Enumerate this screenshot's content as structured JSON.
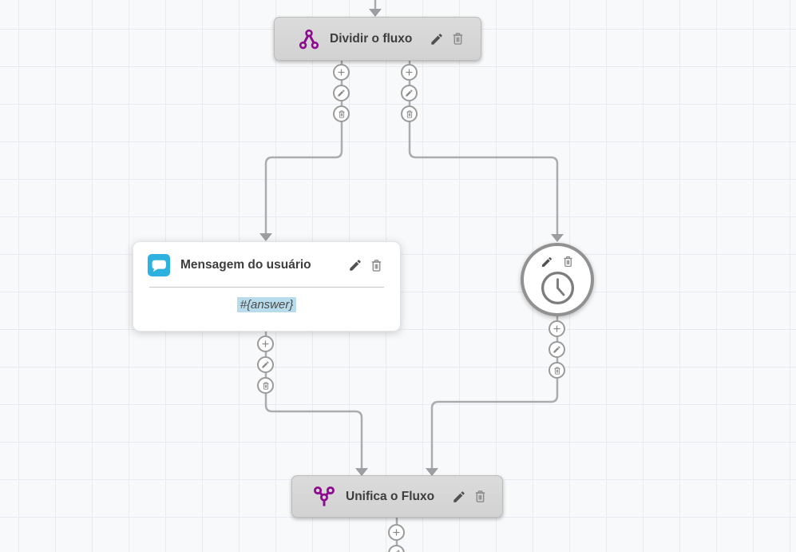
{
  "flow": {
    "split_node": {
      "title": "Dividir o fluxo"
    },
    "user_message_node": {
      "title": "Mensagem do usuário",
      "content": "#{answer}"
    },
    "merge_node": {
      "title": "Unifica o Fluxo"
    }
  },
  "icons": {
    "split": "split-flow-icon",
    "user_message": "chat-bubble-icon",
    "wait": "clock-icon",
    "merge": "merge-flow-icon",
    "edit": "pencil-icon",
    "delete": "trash-icon",
    "add": "plus-icon",
    "connector_end": "arrowhead-down-icon"
  },
  "colors": {
    "brand_purple": "#8d0b8f",
    "message_blue": "#2fb1e0",
    "variable_highlight": "#b9dcec",
    "node_gray": "#d6d6d6",
    "node_white": "#ffffff",
    "connector_gray": "#acacaf",
    "canvas_bg": "#f8f9fa",
    "grid_line": "#e9ebf2"
  }
}
